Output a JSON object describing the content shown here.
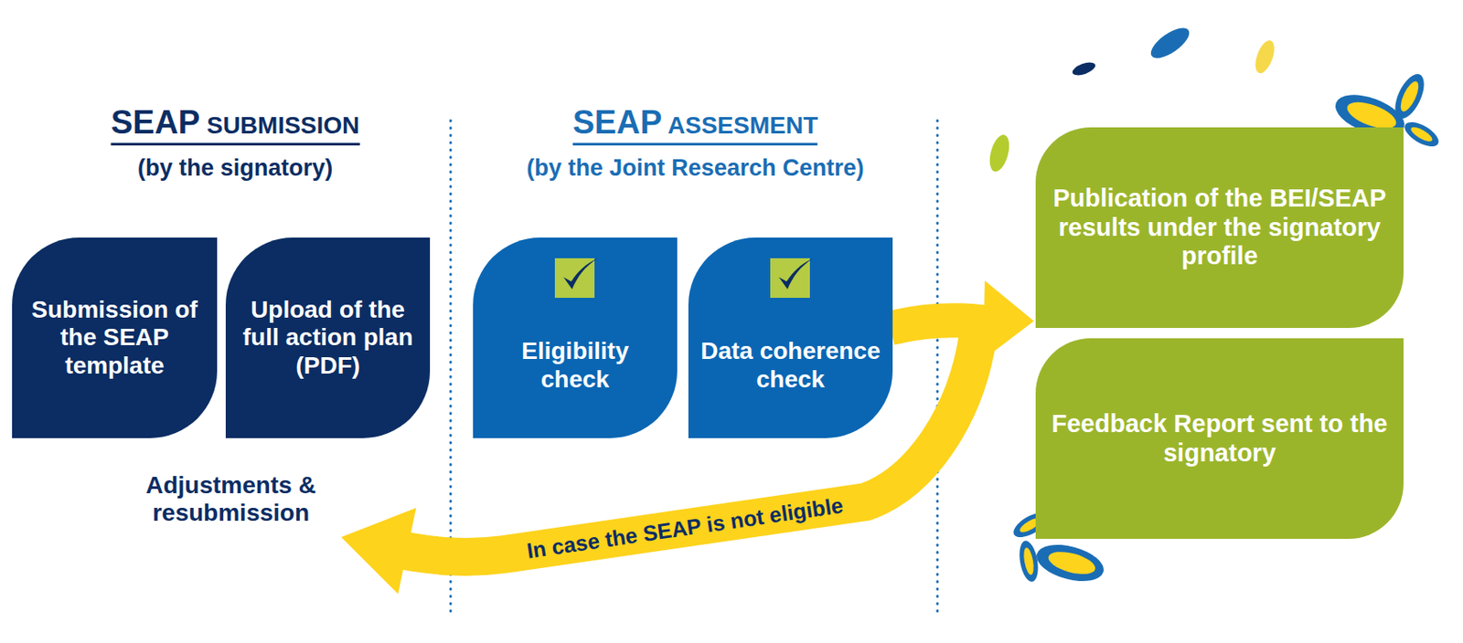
{
  "diagram": {
    "nodes": [
      {
        "text": [
          "Submission of the SEAP template"
        ]
      },
      {
        "text": [
          "Upload of the full action plan (PDF)"
        ]
      },
      {
        "text": [
          "Eligibility check"
        ]
      },
      {
        "text": [
          "Data coherence check"
        ]
      },
      {
        "text": [
          "Publication of the BEI/SEAP results under the signatory profile"
        ]
      },
      {
        "text": [
          "Feedback Report sent to the signatory"
        ]
      }
    ],
    "edges": [
      {
        "from": 3,
        "to": 4,
        "arrow": "to"
      }
    ],
    "labels": [
      "SEAP SUBMISSION",
      "(by the signatory)",
      "SEAP ASSESMENT",
      "(by the Joint Research Centre)",
      "Adjustments & resubmission",
      "In case the SEAP is not eligible"
    ]
  }
}
